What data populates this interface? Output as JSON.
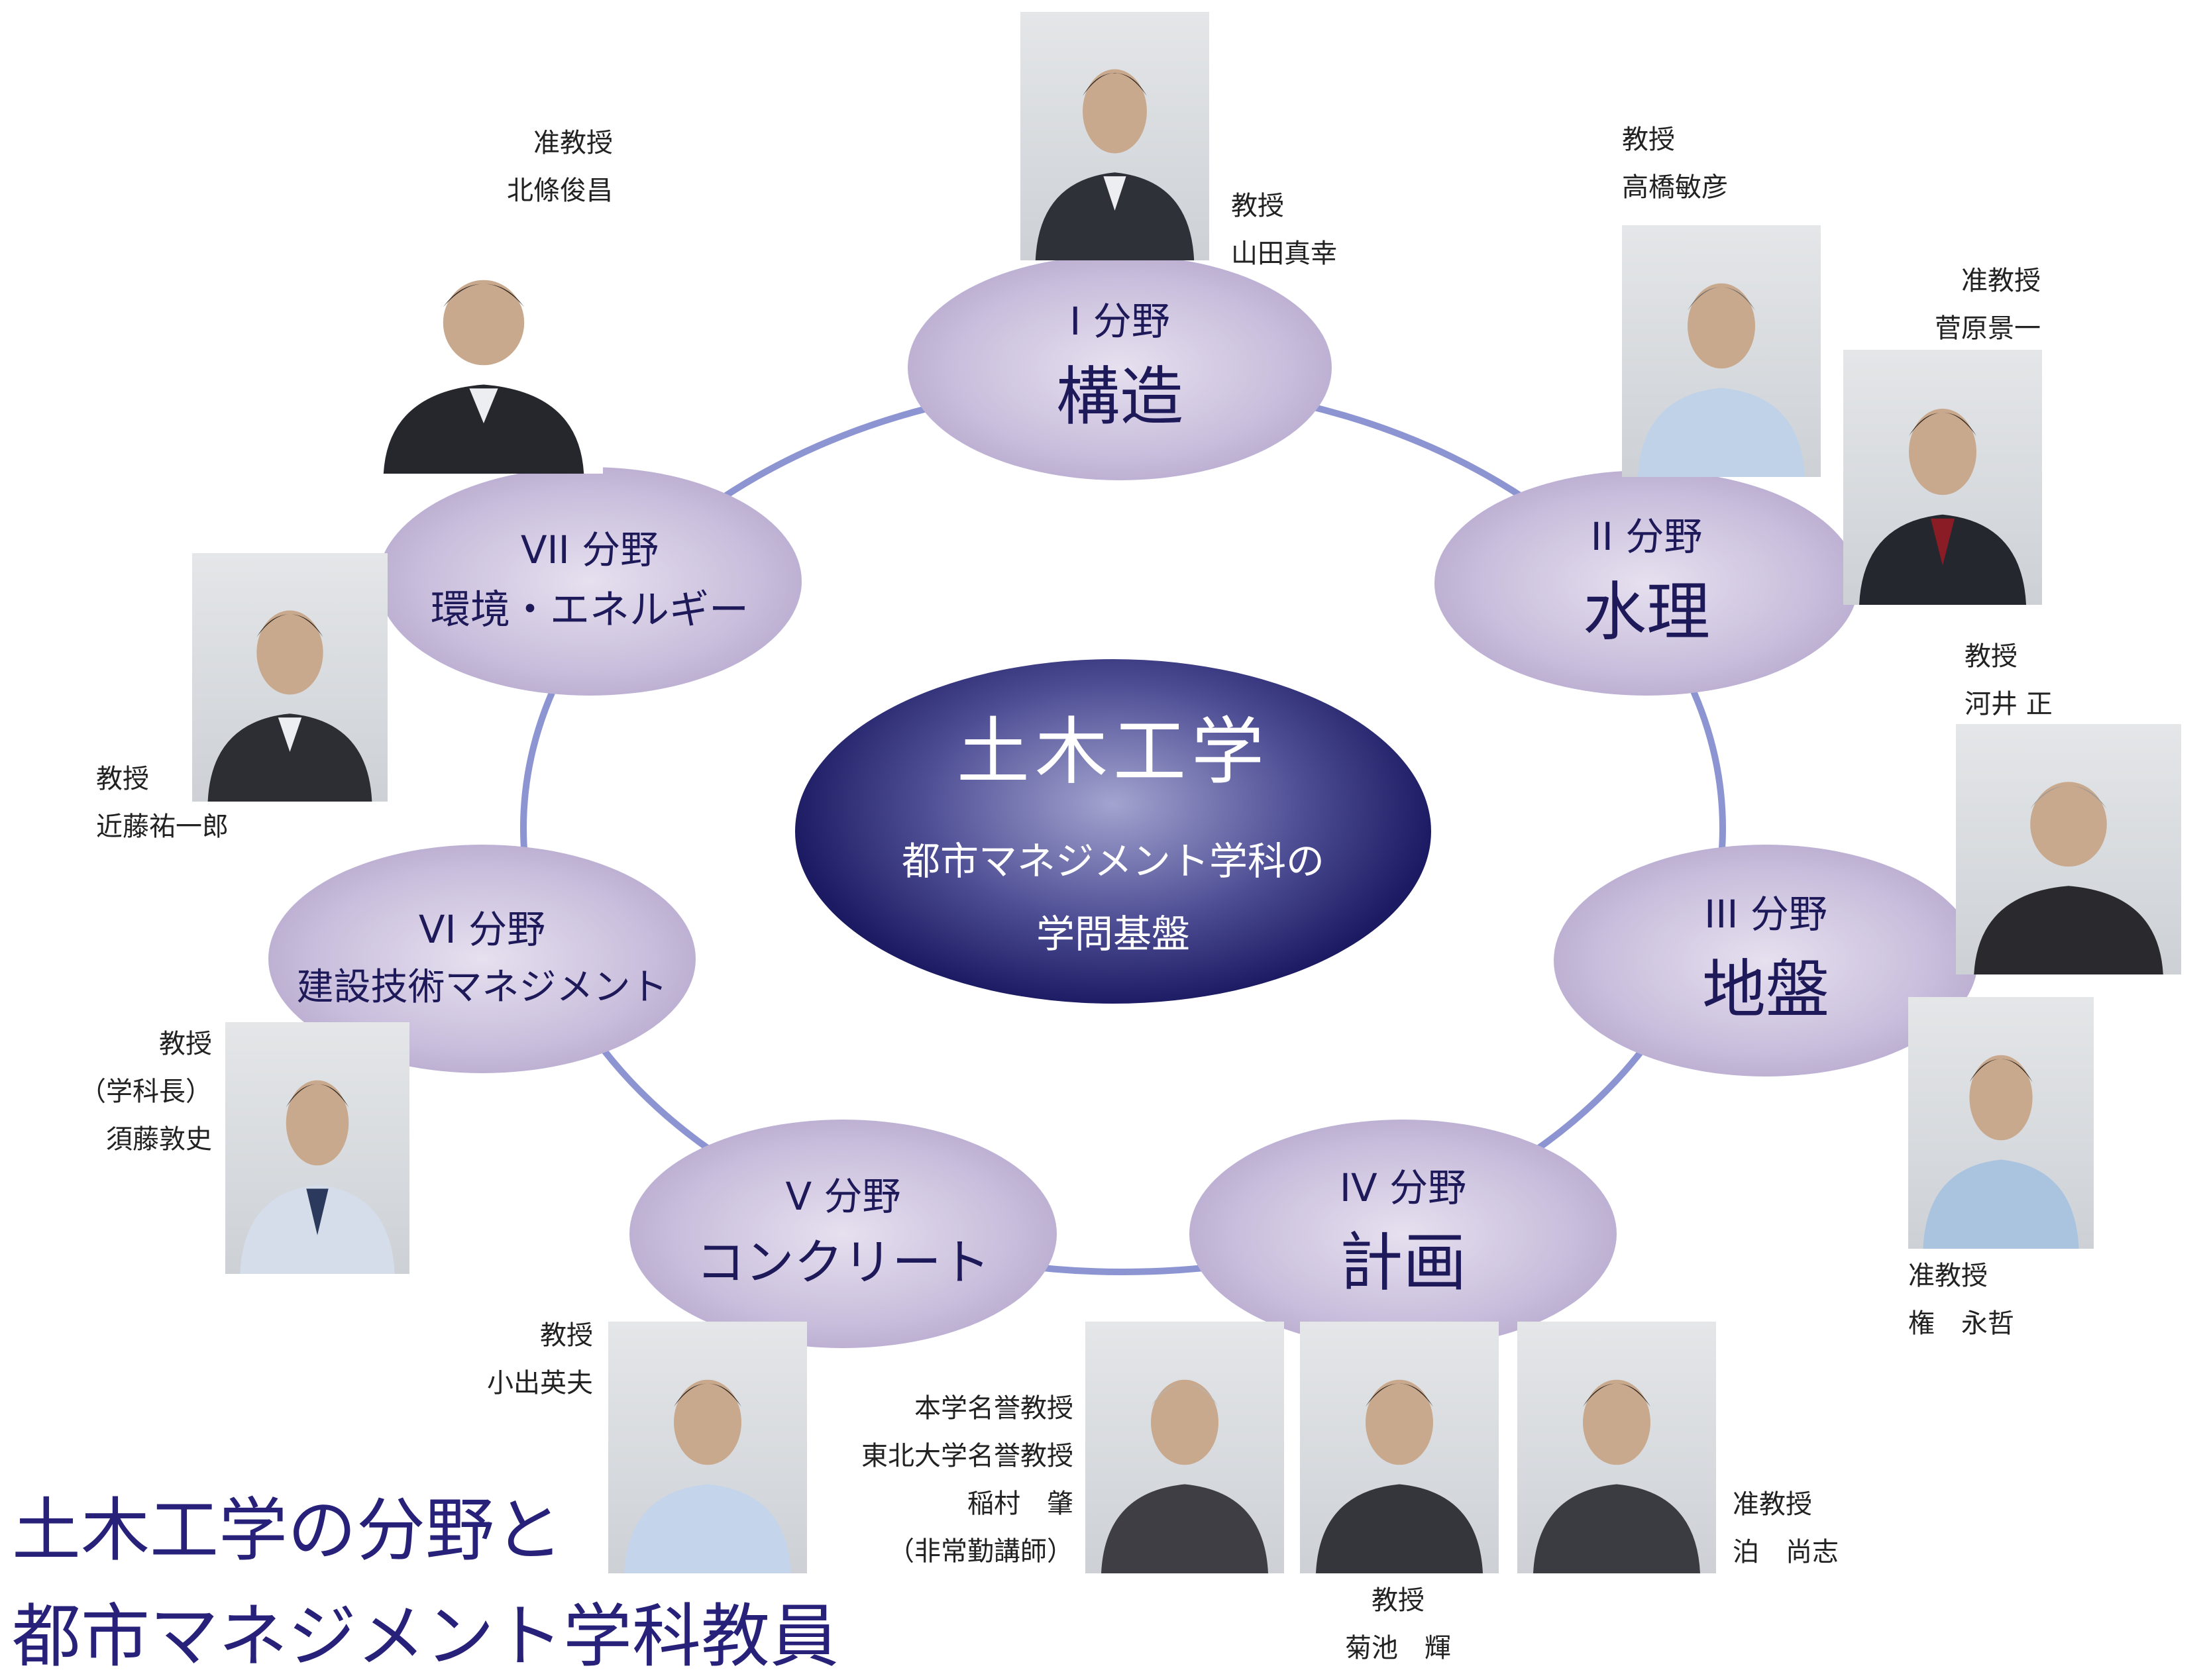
{
  "colors": {
    "ring": "#8c94d2",
    "node_text": "#1e1a5a",
    "center_dark": "#120f4c",
    "footer_text": "#27217a"
  },
  "center": {
    "title": "土木工学",
    "subtitle_line1": "都市マネジメント学科の",
    "subtitle_line2": "学問基盤"
  },
  "fields": [
    {
      "num": "I 分野",
      "name": "構造"
    },
    {
      "num": "II 分野",
      "name": "水理"
    },
    {
      "num": "III 分野",
      "name": "地盤"
    },
    {
      "num": "IV 分野",
      "name": "計画"
    },
    {
      "num": "V 分野",
      "name": "コンクリート"
    },
    {
      "num": "VI 分野",
      "name": "建設技術マネジメント"
    },
    {
      "num": "VII 分野",
      "name": "環境・エネルギー"
    }
  ],
  "people": {
    "yamada": {
      "title": "教授",
      "name": "山田真幸"
    },
    "takahashi": {
      "title": "教授",
      "name": "高橋敏彦"
    },
    "sugawara": {
      "title": "准教授",
      "name": "菅原景一"
    },
    "kawai": {
      "title": "教授",
      "name": "河井 正"
    },
    "gon": {
      "title": "准教授",
      "name": "権　永哲"
    },
    "tomari": {
      "title": "准教授",
      "name": "泊　尚志"
    },
    "kikuchi": {
      "title": "教授",
      "name": "菊池　輝"
    },
    "inamura": {
      "line1": "本学名誉教授",
      "line2": "東北大学名誉教授",
      "name": "稲村　肇",
      "note": "（非常勤講師）"
    },
    "koide": {
      "title": "教授",
      "name": "小出英夫"
    },
    "sudo": {
      "title": "教授",
      "note": "（学科長）",
      "name": "須藤敦史"
    },
    "kondo": {
      "title": "教授",
      "name": "近藤祐一郎"
    },
    "hojo": {
      "title": "准教授",
      "name": "北條俊昌"
    }
  },
  "footer": {
    "line1": "土木工学の分野と",
    "line2": "都市マネジメント学科教員"
  }
}
